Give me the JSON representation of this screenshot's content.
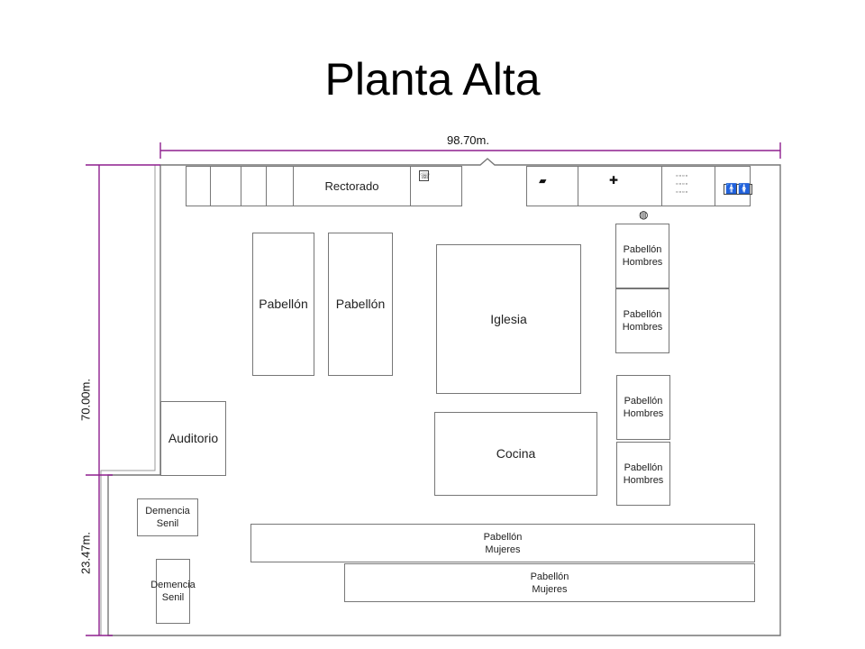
{
  "page_title": "Planta Alta",
  "dimensions": {
    "width": "98.70m.",
    "height_total": "70.00m.",
    "height_lower": "23.47m."
  },
  "rooms": {
    "rectorado": "Rectorado",
    "pabellon": "Pabellón",
    "iglesia": "Iglesia",
    "cocina": "Cocina",
    "auditorio": "Auditorio",
    "pabellon_hombres": "Pabellón\nHombres",
    "pabellon_mujeres": "Pabellón\nMujeres",
    "demencia_senil": "Demencia\nSenil"
  },
  "icons": {
    "phone": "phone-icon",
    "first_aid": "first-aid-kit-icon",
    "cross": "medical-cross-icon",
    "restroom": "restroom-icon",
    "globe": "globe-icon"
  },
  "colors": {
    "dimension_line": "#8e1f8e",
    "wall": "#777777"
  }
}
